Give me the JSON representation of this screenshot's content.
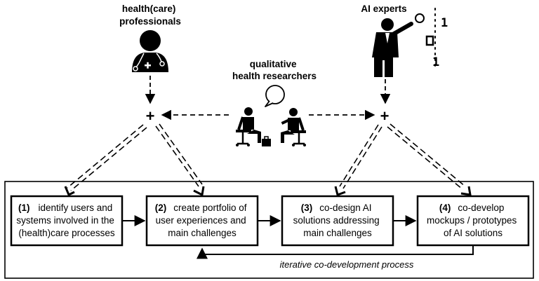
{
  "actors": {
    "healthcare": {
      "line1": "health(care)",
      "line2": "professionals"
    },
    "researchers": {
      "line1": "qualitative",
      "line2": "health researchers"
    },
    "ai": {
      "line1": "AI experts"
    }
  },
  "icons": {
    "doctor": "doctor-icon",
    "interview": "interview-icon",
    "presenter": "ai-presenter-icon",
    "speech": "speech-bubble-icon"
  },
  "binary_digits": [
    "1",
    "0",
    "1"
  ],
  "combine_symbol": "+",
  "steps": [
    {
      "num": "(1)",
      "lines": [
        "identify users and",
        "systems involved in the",
        "(health)care processes"
      ]
    },
    {
      "num": "(2)",
      "lines": [
        "create portfolio of",
        "user experiences and",
        "main challenges"
      ]
    },
    {
      "num": "(3)",
      "lines": [
        "co-design AI",
        "solutions addressing",
        "main challenges"
      ]
    },
    {
      "num": "(4)",
      "lines": [
        "co-develop",
        "mockups / prototypes",
        "of AI solutions"
      ]
    }
  ],
  "loop_label": "iterative co-development process"
}
